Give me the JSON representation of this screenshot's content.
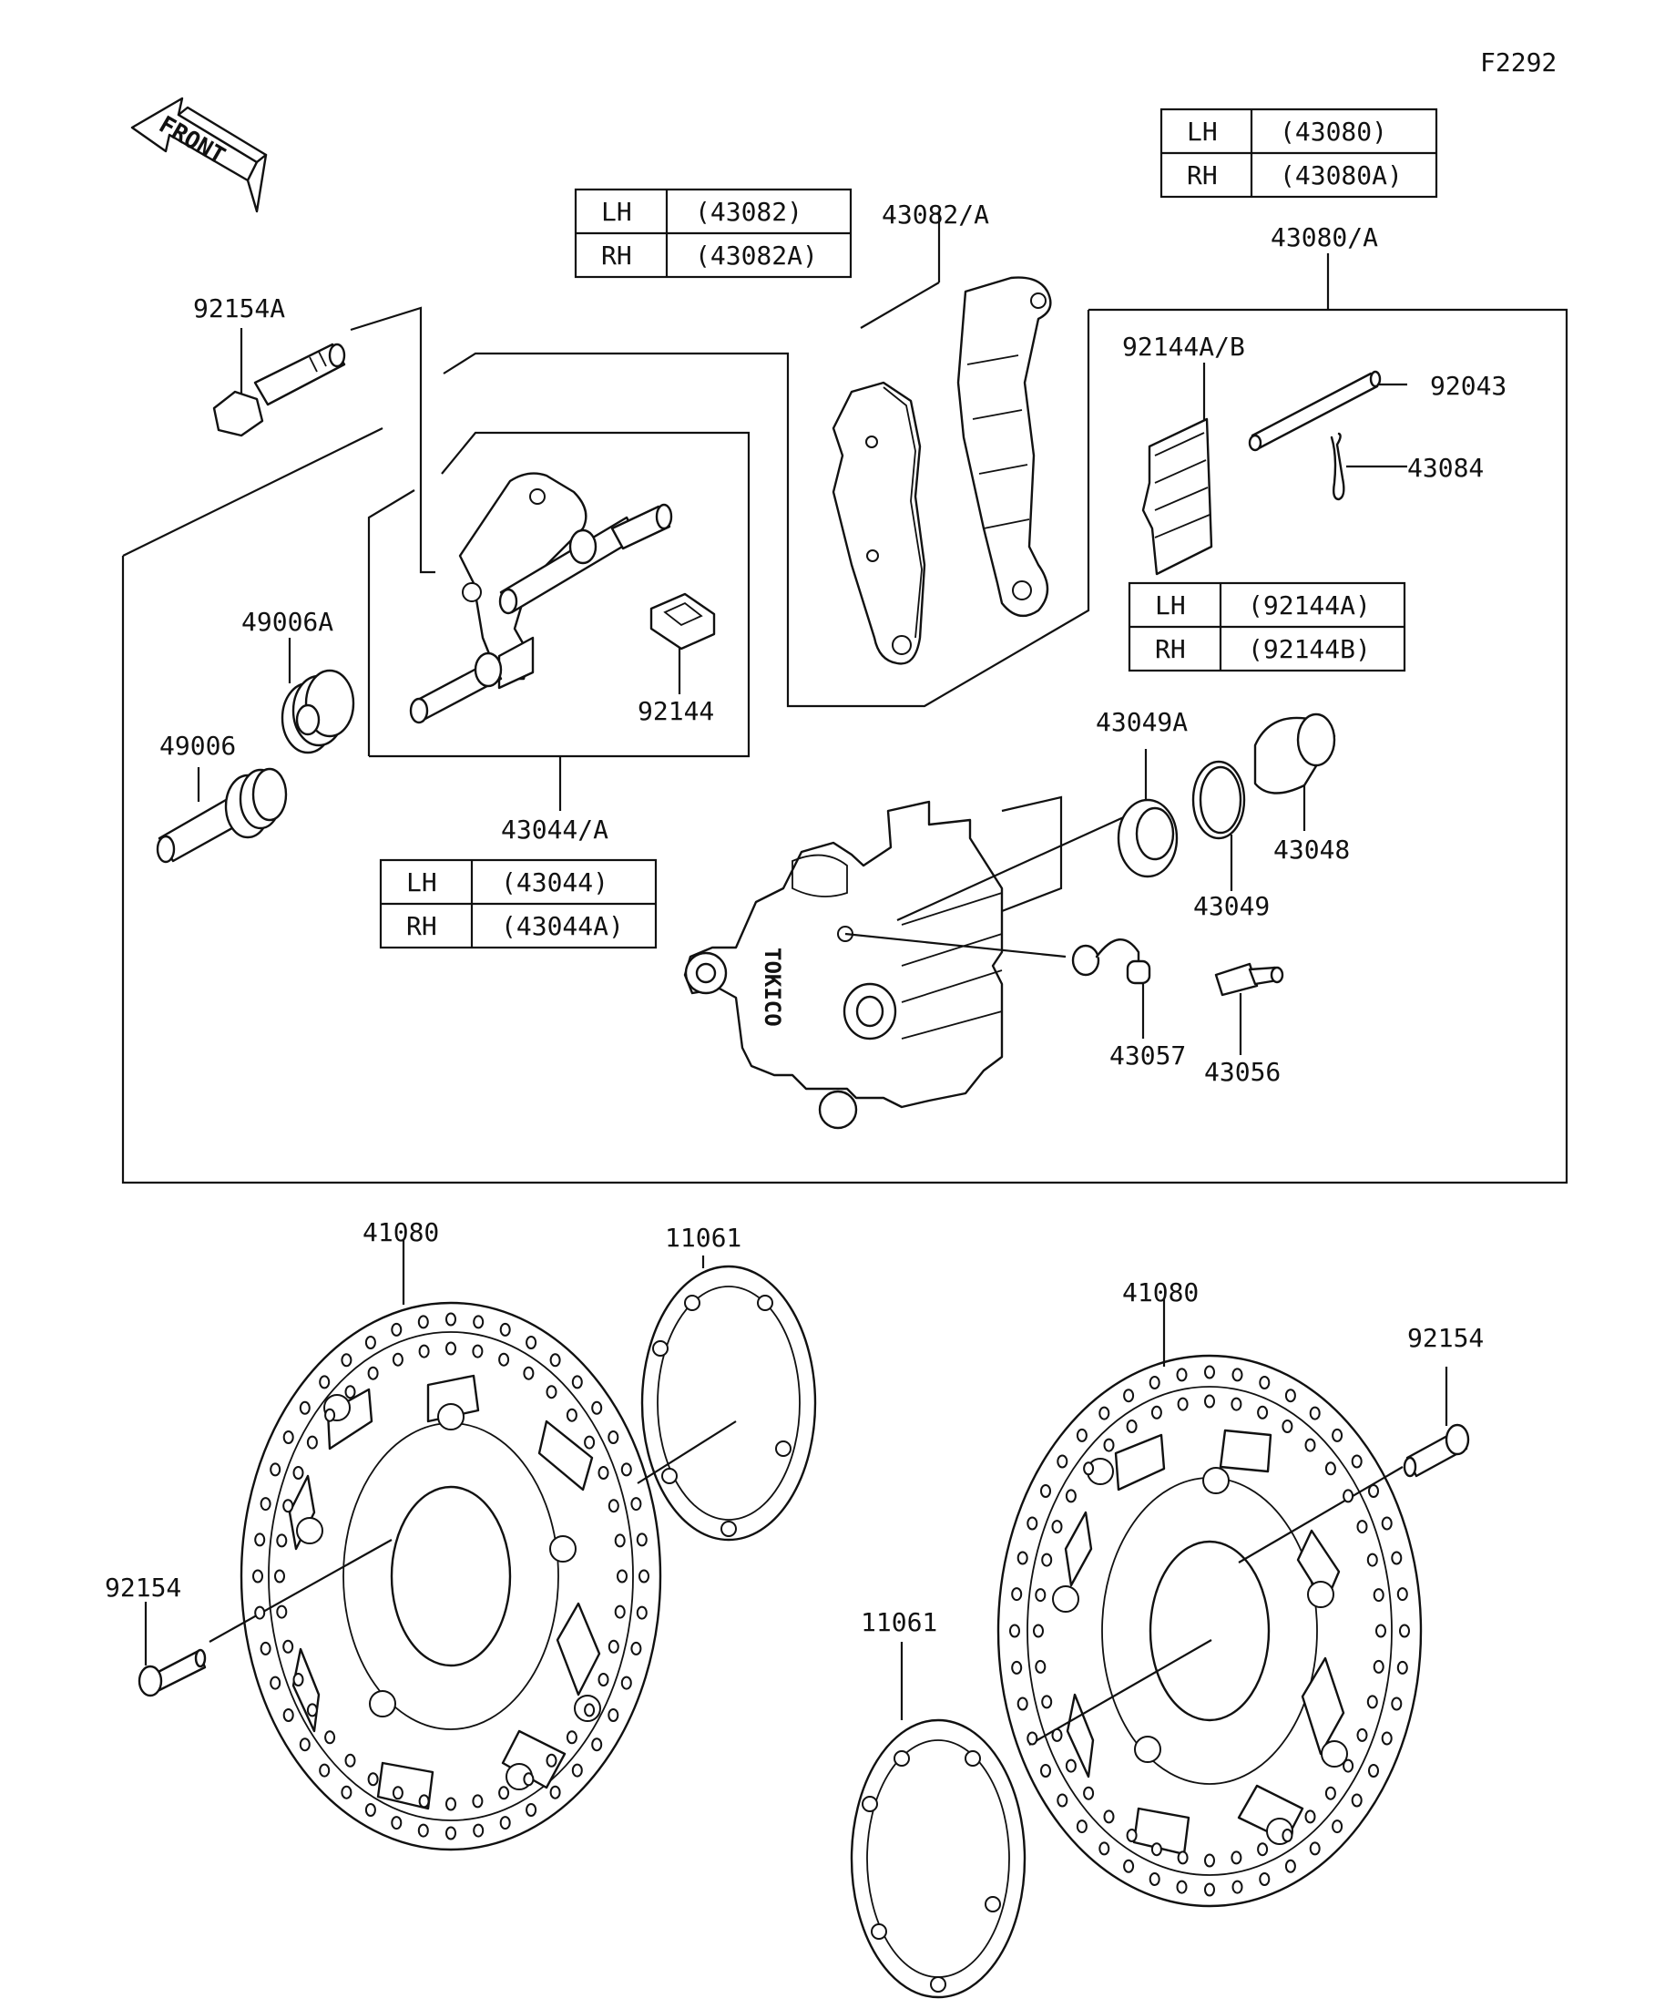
{
  "diagram_code": "F2292",
  "front_label": "FRONT",
  "caliper_brand": "TOKICO",
  "callouts": {
    "p92154A": "92154A",
    "p49006A": "49006A",
    "p49006": "49006",
    "p92144": "92144",
    "p43044A": "43044/A",
    "p43082A": "43082/A",
    "p43080A": "43080/A",
    "p92144AB": "92144A/B",
    "p92043": "92043",
    "p43084": "43084",
    "p43049A": "43049A",
    "p43048": "43048",
    "p43049": "43049",
    "p43057": "43057",
    "p43056": "43056",
    "p41080_left": "41080",
    "p11061_top": "11061",
    "p41080_right": "41080",
    "p92154_right": "92154",
    "p92154_left": "92154",
    "p11061_bottom": "11061"
  },
  "tables": {
    "t43082": {
      "rows": [
        {
          "side": "LH",
          "part": "(43082)"
        },
        {
          "side": "RH",
          "part": "(43082A)"
        }
      ]
    },
    "t43080": {
      "rows": [
        {
          "side": "LH",
          "part": "(43080)"
        },
        {
          "side": "RH",
          "part": "(43080A)"
        }
      ]
    },
    "t92144": {
      "rows": [
        {
          "side": "LH",
          "part": "(92144A)"
        },
        {
          "side": "RH",
          "part": "(92144B)"
        }
      ]
    },
    "t43044": {
      "rows": [
        {
          "side": "LH",
          "part": "(43044)"
        },
        {
          "side": "RH",
          "part": "(43044A)"
        }
      ]
    }
  }
}
